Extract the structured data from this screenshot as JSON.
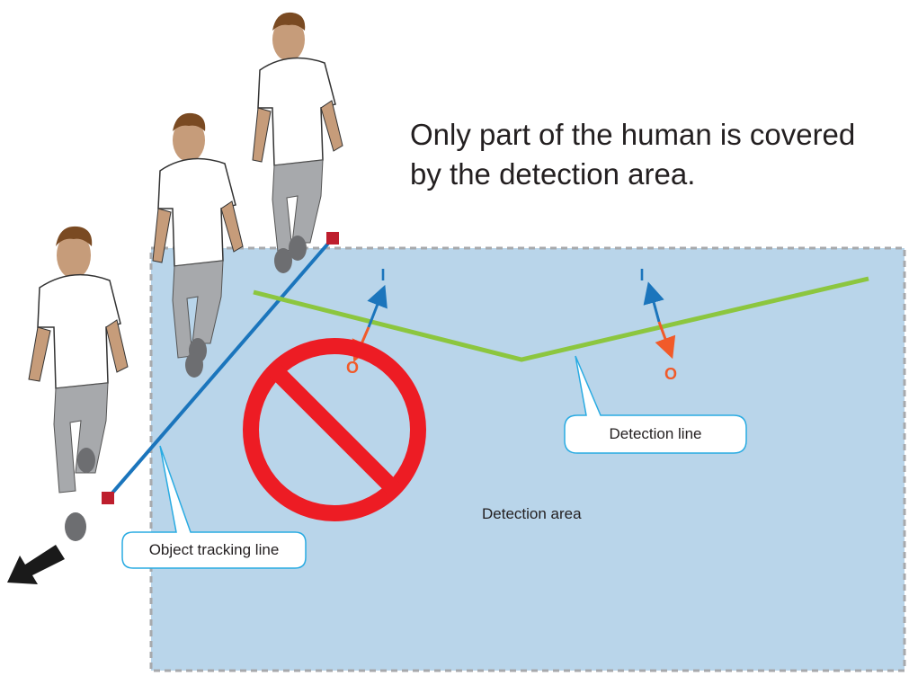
{
  "caption": "Only part of the human is covered by the detection area.",
  "labels": {
    "detection_area": "Detection area",
    "detection_line": "Detection line",
    "object_tracking_line": "Object tracking line"
  },
  "direction_markers": {
    "in": "I",
    "out": "O"
  },
  "colors": {
    "detection_area_fill": "#b9d5ea",
    "detection_area_border": "#a7a9ac",
    "detection_line": "#8cc63f",
    "tracking_line": "#1b75bc",
    "tracking_endpoint": "#be1e2d",
    "prohibition_sign": "#ed1c24",
    "in_arrow": "#1b75bc",
    "out_arrow": "#f15a29",
    "callout_border": "#29abe2",
    "motion_arrow": "#1a1a1a"
  }
}
